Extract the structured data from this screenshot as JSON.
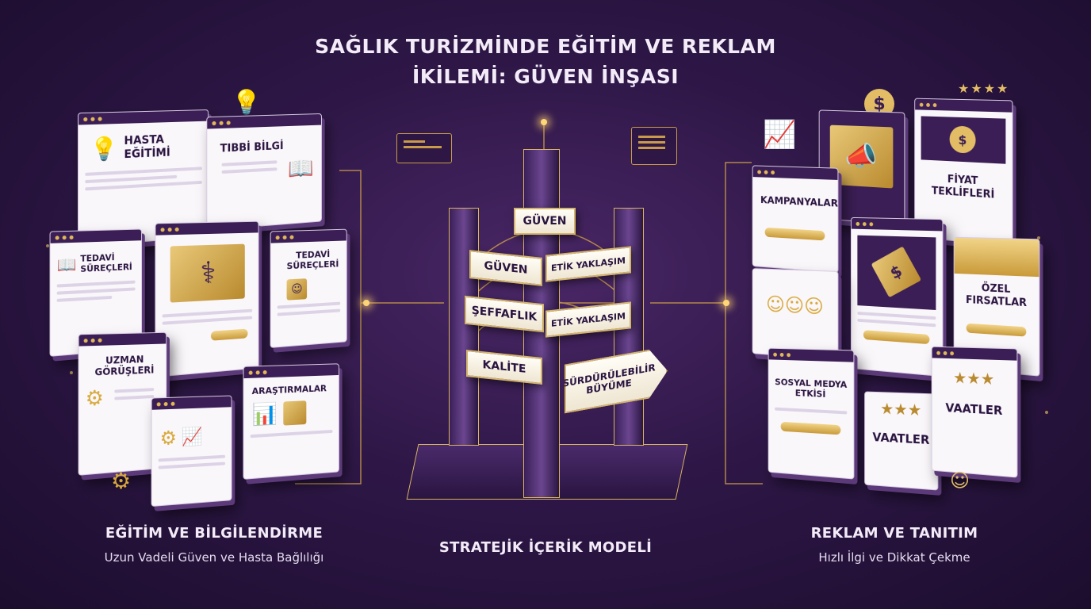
{
  "title": {
    "line1": "SAĞLIK TURİZMİNDE EĞİTİM VE REKLAM",
    "line2": "İKİLEMİ: GÜVEN İNŞASI"
  },
  "left": {
    "cards": {
      "hasta": "HASTA EĞİTİMİ",
      "tibbi": "TIBBİ BİLGİ",
      "tedavi1": "TEDAVİ SÜREÇLERİ",
      "tedavi2": "TEDAVİ SÜREÇLERİ",
      "uzman": "UZMAN GÖRÜŞLERİ",
      "arastirma": "ARAŞTIRMALAR"
    },
    "heading": "EĞİTİM VE BİLGİLENDİRME",
    "sub": "Uzun Vadeli Güven ve Hasta Bağlılığı"
  },
  "center": {
    "signs": {
      "guven_top": "GÜVEN",
      "guven": "GÜVEN",
      "etik1": "ETİK YAKLAŞIM",
      "seffaflik": "ŞEFFAFLIK",
      "etik2": "ETİK YAKLAŞIM",
      "kalite": "KALİTE",
      "surdurulebilir": "SÜRDÜRÜLEBİLİR BÜYÜME"
    },
    "heading": "STRATEJİK İÇERİK MODELİ"
  },
  "right": {
    "cards": {
      "kampanyalar": "KAMPANYALAR",
      "fiyat": "FİYAT TEKLİFLERİ",
      "ozel": "ÖZEL FIRSATLAR",
      "sosyal": "SOSYAL MEDYA ETKİSİ",
      "vaatler1": "VAATLER",
      "vaatler2": "VAATLER"
    },
    "heading": "REKLAM VE TANITIM",
    "sub": "Hızlı İlgi ve Dikkat Çekme"
  },
  "colors": {
    "background": "#2e1747",
    "accent_gold": "#e3bd65",
    "card": "#faf7fb"
  },
  "icons": [
    "lightbulb-icon",
    "book-icon",
    "stethoscope-icon",
    "person-icon",
    "gear-icon",
    "bar-chart-icon",
    "megaphone-icon",
    "dollar-icon",
    "price-tag-icon",
    "star-icon",
    "smiley-icon",
    "arrow-right-icon"
  ]
}
